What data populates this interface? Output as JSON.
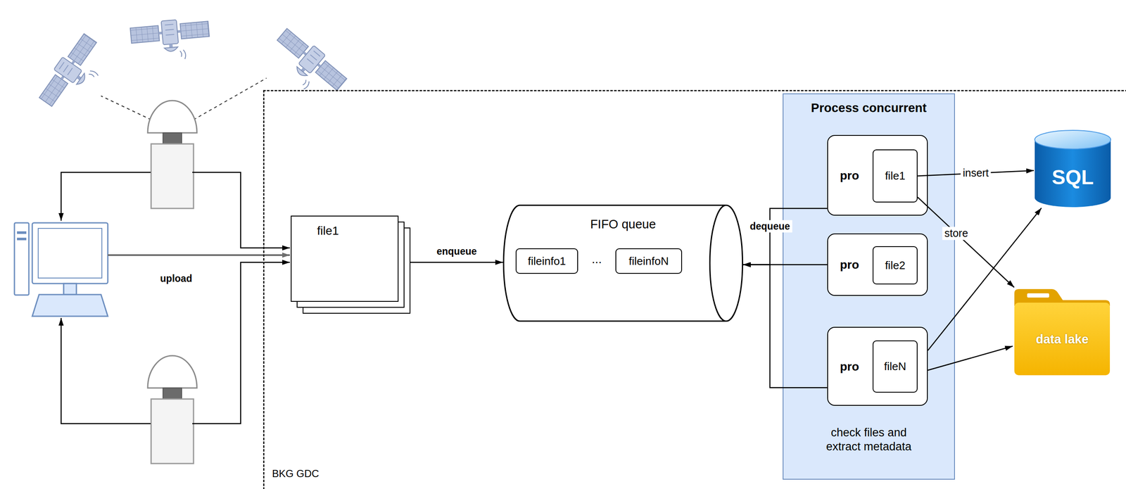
{
  "diagram": {
    "nodes": [
      {
        "text": [
          "BKG GDC"
        ]
      },
      {
        "text": [
          "file1"
        ],
        "in": 0
      },
      {
        "text": [
          "FIFO queue"
        ],
        "in": 0
      },
      {
        "text": [
          "fileinfo1"
        ],
        "in": 2
      },
      {
        "text": [
          "fileinfoN"
        ],
        "in": 2
      },
      {
        "text": [
          "Process concurrent",
          "check files and extract metadata"
        ],
        "in": 0
      },
      {
        "text": [
          "pro"
        ],
        "in": 5
      },
      {
        "text": [
          "file1"
        ],
        "in": 6
      },
      {
        "text": [
          "pro"
        ],
        "in": 5
      },
      {
        "text": [
          "file2"
        ],
        "in": 8
      },
      {
        "text": [
          "pro"
        ],
        "in": 5
      },
      {
        "text": [
          "fileN"
        ],
        "in": 10
      },
      {
        "text": [
          "SQL"
        ],
        "in": 0
      },
      {
        "text": [
          "data lake"
        ],
        "in": 0
      }
    ],
    "edges": [
      {
        "from": 1,
        "to": 2,
        "label": "enqueue",
        "arrow": "to"
      },
      {
        "from": 6,
        "to": 2,
        "label": "dequeue",
        "arrow": "to"
      },
      {
        "from": 8,
        "to": 2,
        "arrow": "to"
      },
      {
        "from": 10,
        "to": 2,
        "arrow": "to"
      },
      {
        "from": 7,
        "to": 12,
        "label": "insert",
        "arrow": "to"
      },
      {
        "from": 7,
        "to": 13,
        "label": "store",
        "arrow": "to"
      },
      {
        "from": 10,
        "to": 12,
        "arrow": "to"
      },
      {
        "from": 10,
        "to": 13,
        "arrow": "to"
      }
    ],
    "labels": [
      "upload",
      "..."
    ]
  }
}
